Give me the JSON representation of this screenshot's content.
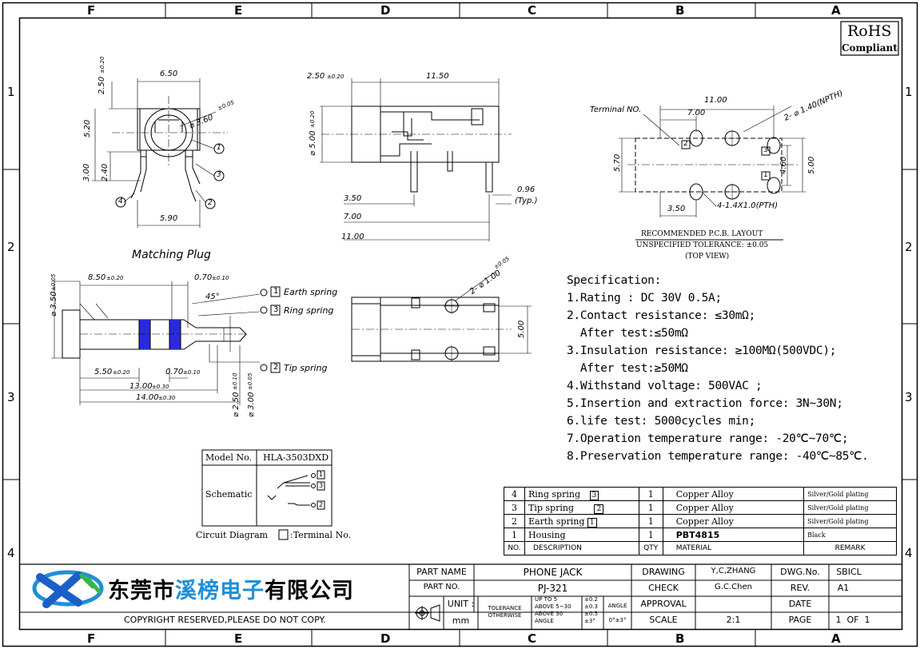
{
  "frame": {
    "columns_top": [
      "F",
      "E",
      "D",
      "C",
      "B",
      "A"
    ],
    "columns_bottom": [
      "F",
      "E",
      "D",
      "C",
      "B",
      "A"
    ],
    "rows_left": [
      "1",
      "2",
      "3",
      "4"
    ],
    "rows_right": [
      "1",
      "2",
      "3",
      "4"
    ]
  },
  "rohs": {
    "title": "RoHS",
    "subtitle": "Compliant"
  },
  "front_view": {
    "width_top": "6.50",
    "dim_height_top": "2.50",
    "dim_height_top_tol": "±0.20",
    "hole_dia": "⌀ 3.60",
    "hole_dia_tol": "±0.05",
    "height": "5.20",
    "pin_h1": "3.00",
    "pin_h2": "2.40",
    "width_bottom": "5.90",
    "balloons": [
      "1",
      "2",
      "3",
      "4"
    ]
  },
  "side_view": {
    "front_depth": "2.50",
    "front_depth_tol": "±0.20",
    "length": "11.50",
    "dia": "⌀ 5.00",
    "dia_tol": "±0.20",
    "dim_350": "3.50",
    "dim_700": "7.00",
    "dim_1100": "11.00",
    "pin": "0.96",
    "pin_note": "(Typ.)"
  },
  "pcb_layout": {
    "terminal_label": "Terminal NO.",
    "width": "11.00",
    "spacing": "7.00",
    "npth": "2- ⌀ 1.40(NPTH)",
    "height": "5.70",
    "h_460": "4.60",
    "h_500": "5.00",
    "dim_350": "3.50",
    "pth": "4-1.4X1.0(PTH)",
    "pads": [
      "1",
      "2",
      "3"
    ],
    "title": "RECOMMENDED P.C.B. LAYOUT",
    "tolerance": "UNSPECIFIED TOLERANCE: ±0.05",
    "view": "(TOP VIEW)"
  },
  "plug": {
    "title": "Matching Plug",
    "dim_850": "8.50",
    "dim_850_tol": "±0.20",
    "dim_070": "0.70",
    "dim_070_tol": "±0.10",
    "angle": "45°",
    "dia_350": "⌀ 3.50",
    "dia_350_tol": "±0.05",
    "dim_550": "5.50",
    "dim_550_tol": "±0.20",
    "dim_070b": "0.70",
    "dim_070b_tol": "±0.10",
    "dim_1300": "13.00",
    "dim_1300_tol": "±0.30",
    "dim_1400": "14.00",
    "dim_1400_tol": "±0.30",
    "dia_250": "⌀ 2.50",
    "dia_250_tol": "±0.10",
    "dia_300": "⌀ 3.00",
    "dia_300_tol": "±0.05",
    "springs": [
      {
        "no": "1",
        "label": "Earth spring"
      },
      {
        "no": "3",
        "label": "Ring spring"
      },
      {
        "no": "2",
        "label": "Tip  spring"
      }
    ]
  },
  "top_view": {
    "holes": "2- ⌀ 1.00",
    "holes_tol": "±0.05",
    "height": "5.00"
  },
  "schematic": {
    "model_label": "Model No.",
    "model_value": "HLA-3503DXD",
    "schematic_label": "Schematic",
    "terminals": [
      "1",
      "3",
      "2"
    ],
    "circuit_caption": "Circuit Diagram",
    "terminal_caption": ":Terminal No."
  },
  "specification": {
    "title": "Specification:",
    "lines": [
      "1.Rating : DC 30V 0.5A;",
      "2.Contact resistance: ≤30mΩ;",
      "  After test:≤50mΩ",
      "3.Insulation resistance: ≥100MΩ(500VDC);",
      "  After test:≥50MΩ",
      "4.Withstand voltage: 500VAC ;",
      "5.Insertion and extraction force: 3N~30N;",
      "6.life test: 5000cycles min;",
      "7.Operation temperature range: -20℃~70℃;",
      "8.Preservation temperature range: -40℃~85℃."
    ]
  },
  "bom": {
    "rows": [
      {
        "no": "4",
        "desc": "Ring spring",
        "term": "3",
        "qty": "1",
        "material": "Copper Alloy",
        "remark": "Silver/Gold plating"
      },
      {
        "no": "3",
        "desc": "Tip spring",
        "term": "2",
        "qty": "1",
        "material": "Copper Alloy",
        "remark": "Silver/Gold plating"
      },
      {
        "no": "2",
        "desc": "Earth spring",
        "term": "1",
        "qty": "1",
        "material": "Copper Alloy",
        "remark": "Silver/Gold plating"
      },
      {
        "no": "1",
        "desc": "Housing",
        "term": "",
        "qty": "1",
        "material": "PBT4815",
        "remark": "Black"
      }
    ],
    "header": {
      "no": "NO.",
      "desc": "DESCRIPTION",
      "qty": "QTY",
      "material": "MATERIAL",
      "remark": "REMARK"
    }
  },
  "company": {
    "name_part1": "东莞市",
    "name_part2": "溪榜",
    "name_part3": "电子",
    "name_part4": "有限公司",
    "copyright": "COPYRIGHT RESERVED,PLEASE DO NOT COPY.",
    "brand_color": "#1a5fc8",
    "accent_color": "#1f8fd8"
  },
  "title_block": {
    "part_name_label": "PART NAME",
    "part_name": "PHONE JACK",
    "part_no_label": "PART NO.",
    "part_no": "PJ-321",
    "unit_label": "UNIT :",
    "unit": "mm",
    "tolerance_label": "TOLERANCE",
    "otherwise_label": "OTHERWISE",
    "tol_rows": [
      {
        "range": "UP TO 5",
        "value": "±0.2"
      },
      {
        "range": "ABOVE 5~30",
        "value": "±0.3"
      },
      {
        "range": "ABOVE 30",
        "value": "±0.5"
      },
      {
        "range": "ANGLE",
        "value": "±3°"
      }
    ],
    "angle_label": "ANGLE",
    "angle_value": "0°±3°",
    "drawing_label": "DRAWING",
    "drawing": "Y,C,ZHANG",
    "check_label": "CHECK",
    "check": "G.C.Chen",
    "approval_label": "APPROVAL",
    "approval": "",
    "scale_label": "SCALE",
    "scale": "2:1",
    "dwg_label": "DWG.No.",
    "dwg": "SBICL",
    "rev_label": "REV.",
    "rev": "A1",
    "date_label": "DATE",
    "date": "",
    "page_label": "PAGE",
    "page": "1  OF  1"
  }
}
